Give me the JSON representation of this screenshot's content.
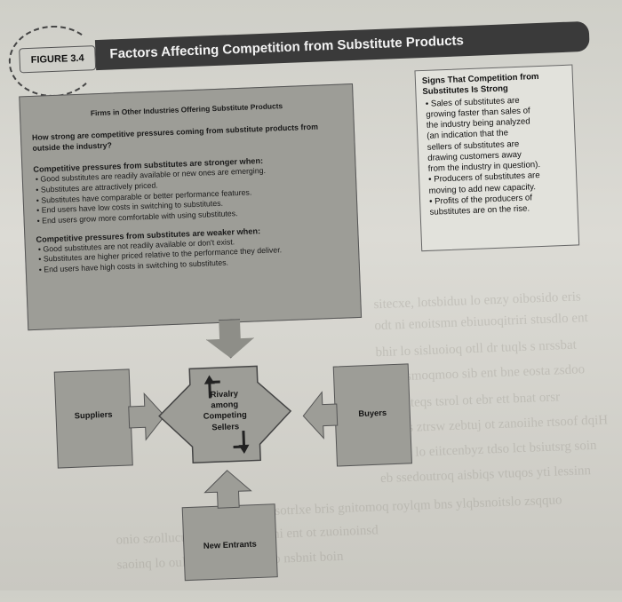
{
  "figure": {
    "number": "FIGURE 3.4",
    "title": "Factors Affecting Competition from Substitute Products"
  },
  "substitutes_box": {
    "heading": "Firms in Other Industries Offering Substitute Products",
    "question": "How strong are competitive pressures coming from substitute products from outside the industry?",
    "stronger": {
      "heading": "Competitive pressures from substitutes are stronger when:",
      "items": [
        "Good substitutes are readily available or new ones are emerging.",
        "Substitutes are attractively priced.",
        "Substitutes have comparable or better performance features.",
        "End users have low costs in switching to substitutes.",
        "End users grow more comfortable with using substitutes."
      ]
    },
    "weaker": {
      "heading": "Competitive pressures from substitutes are weaker when:",
      "items": [
        "Good substitutes are not readily available or don't exist.",
        "Substitutes are higher priced relative to the performance they deliver.",
        "End users have high costs in switching to substitutes."
      ]
    }
  },
  "signs_box": {
    "heading_line1": "Signs That Competition from",
    "heading_line2": "Substitutes Is Strong",
    "items": [
      [
        "Sales of substitutes are",
        "growing faster than sales of",
        "the industry being analyzed",
        "(an indication that the",
        "sellers of substitutes are",
        "drawing customers away",
        "from the industry in question)."
      ],
      [
        "Producers of substitutes are",
        "moving to add new capacity."
      ],
      [
        "Profits of the producers of",
        "substitutes are on the rise."
      ]
    ]
  },
  "diagram": {
    "suppliers": "Suppliers",
    "rivalry": [
      "Rivalry",
      "among",
      "Competing",
      "Sellers"
    ],
    "buyers": "Buyers",
    "new_entrants": "New Entrants"
  },
  "colors": {
    "box_fill": "#9d9d97",
    "signs_fill": "#e2e2dc",
    "title_bar": "#3a3a3a"
  }
}
